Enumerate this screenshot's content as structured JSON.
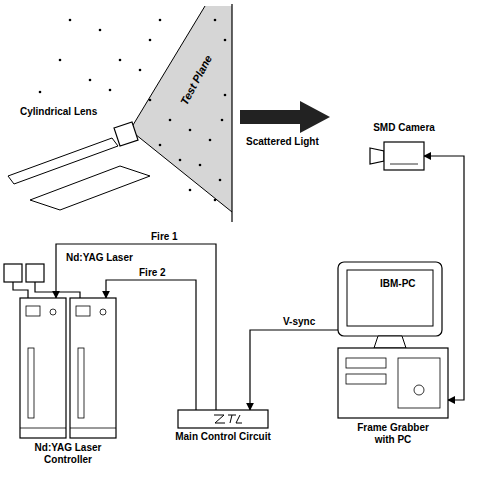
{
  "diagram": {
    "nodes": [
      {
        "text": [
          "SMD Camera"
        ]
      },
      {
        "text": [
          "Nd:YAG Laser"
        ]
      },
      {
        "text": [
          "Nd:YAG Laser Controller"
        ]
      },
      {
        "text": [
          "Main Control Circuit"
        ]
      },
      {
        "text": [
          "IBM-PC",
          "Frame Grabber with PC"
        ]
      }
    ],
    "edges": [
      {
        "from": 3,
        "to": 2,
        "label": "Fire 1",
        "arrow": "to"
      },
      {
        "from": 3,
        "to": 2,
        "label": "Fire 2",
        "arrow": "to"
      },
      {
        "from": 4,
        "to": 3,
        "label": "V-sync",
        "arrow": "to"
      },
      {
        "from": 0,
        "to": 4,
        "arrow": "both"
      },
      {
        "from": 1,
        "to": 2,
        "arrow": "none"
      }
    ],
    "labels": [
      "Cylindrical Lens",
      "Test Plane",
      "Scattered Light"
    ]
  }
}
